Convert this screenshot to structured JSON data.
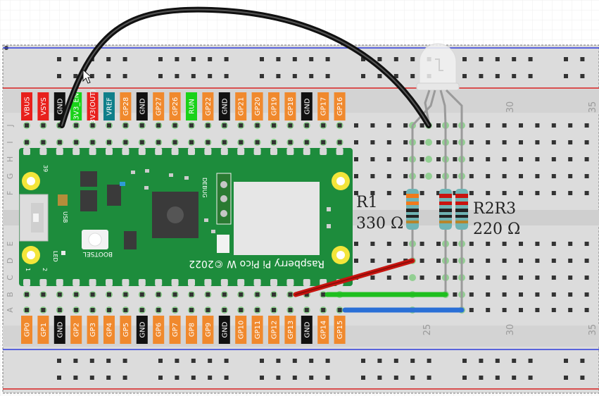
{
  "top_pin_labels": [
    {
      "text": "VBUS",
      "color": "#e8201c"
    },
    {
      "text": "VSYS",
      "color": "#e8201c"
    },
    {
      "text": "GND",
      "color": "#111111"
    },
    {
      "text": "3V3_EN",
      "color": "#19d219"
    },
    {
      "text": "3V3(OUT)",
      "color": "#e8201c"
    },
    {
      "text": "VREF",
      "color": "#0f7f8a"
    },
    {
      "text": "GP28",
      "color": "#f0892d"
    },
    {
      "text": "GND",
      "color": "#111111"
    },
    {
      "text": "GP27",
      "color": "#f0892d"
    },
    {
      "text": "GP26",
      "color": "#f0892d"
    },
    {
      "text": "RUN",
      "color": "#19d219"
    },
    {
      "text": "GP22",
      "color": "#f0892d"
    },
    {
      "text": "GND",
      "color": "#111111"
    },
    {
      "text": "GP21",
      "color": "#f0892d"
    },
    {
      "text": "GP20",
      "color": "#f0892d"
    },
    {
      "text": "GP19",
      "color": "#f0892d"
    },
    {
      "text": "GP18",
      "color": "#f0892d"
    },
    {
      "text": "GND",
      "color": "#111111"
    },
    {
      "text": "GP17",
      "color": "#f0892d"
    },
    {
      "text": "GP16",
      "color": "#f0892d"
    }
  ],
  "bottom_pin_labels": [
    {
      "text": "GP0",
      "color": "#f0892d"
    },
    {
      "text": "GP1",
      "color": "#f0892d"
    },
    {
      "text": "GND",
      "color": "#111111"
    },
    {
      "text": "GP2",
      "color": "#f0892d"
    },
    {
      "text": "GP3",
      "color": "#f0892d"
    },
    {
      "text": "GP4",
      "color": "#f0892d"
    },
    {
      "text": "GP5",
      "color": "#f0892d"
    },
    {
      "text": "GND",
      "color": "#111111"
    },
    {
      "text": "GP6",
      "color": "#f0892d"
    },
    {
      "text": "GP7",
      "color": "#f0892d"
    },
    {
      "text": "GP8",
      "color": "#f0892d"
    },
    {
      "text": "GP9",
      "color": "#f0892d"
    },
    {
      "text": "GND",
      "color": "#111111"
    },
    {
      "text": "GP10",
      "color": "#f0892d"
    },
    {
      "text": "GP11",
      "color": "#f0892d"
    },
    {
      "text": "GP12",
      "color": "#f0892d"
    },
    {
      "text": "GP13",
      "color": "#f0892d"
    },
    {
      "text": "GND",
      "color": "#111111"
    },
    {
      "text": "GP14",
      "color": "#f0892d"
    },
    {
      "text": "GP15",
      "color": "#f0892d"
    }
  ],
  "row_letters_top": [
    "J",
    "I",
    "H",
    "G",
    "F"
  ],
  "row_letters_bottom": [
    "E",
    "D",
    "C",
    "B",
    "A"
  ],
  "column_numbers_top": [
    "30",
    "35"
  ],
  "column_numbers_bottom": [
    "25",
    "30",
    "35"
  ],
  "board": {
    "name": "Raspberry Pi Pico W ©2022",
    "button": "BOOTSEL",
    "led": "LED",
    "usb": "USB",
    "debug": "DEBUG",
    "pin_39": "39",
    "pin_1": "1",
    "pin_2": "2"
  },
  "resistors": {
    "r1_name": "R1",
    "r1_value": "330 Ω",
    "r23_name": "R2R3",
    "r23_value": "220 Ω"
  },
  "colors": {
    "breadboard": "#dcdcdc",
    "board_green": "#1d8c3c",
    "wire_black": "#222222",
    "wire_red": "#c8140f",
    "wire_green": "#1fbf1f",
    "wire_blue": "#2a6fd6",
    "rail_blue": "#2f3ddb",
    "rail_red": "#d62020"
  }
}
